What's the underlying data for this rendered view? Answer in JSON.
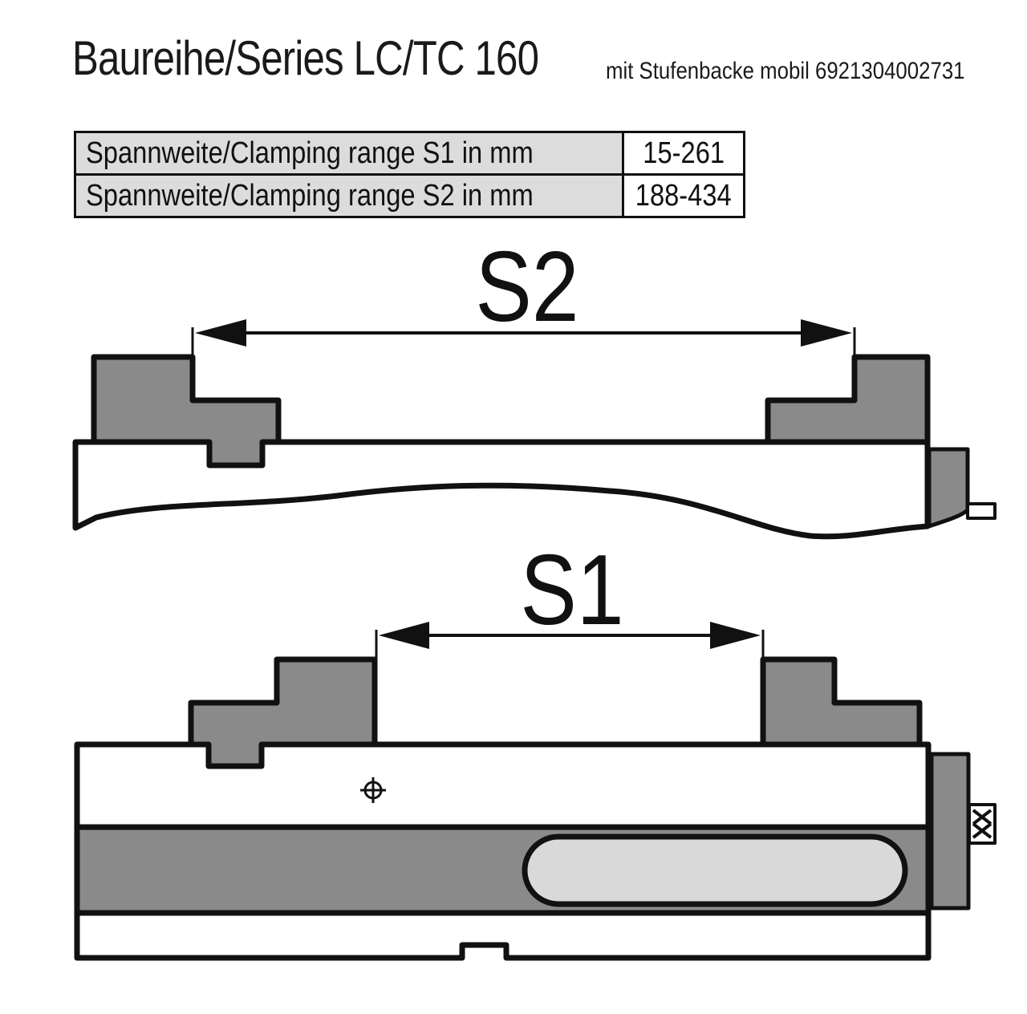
{
  "title": {
    "main": "Baureihe/Series LC/TC 160",
    "sub": "mit Stufenbacke mobil 6921304002731"
  },
  "table": {
    "rows": [
      {
        "label": "Spannweite/Clamping range S1 in mm",
        "value": "15-261"
      },
      {
        "label": "Spannweite/Clamping range S2 in mm",
        "value": "188-434"
      }
    ]
  },
  "drawing": {
    "top_view_dimension": "S2",
    "bottom_view_dimension": "S1",
    "colors": {
      "jaw_fill": "#8a8a8a",
      "slot_fill": "#d9d9d9",
      "outline": "#111111",
      "table_label_bg": "#dcdcdc"
    }
  }
}
